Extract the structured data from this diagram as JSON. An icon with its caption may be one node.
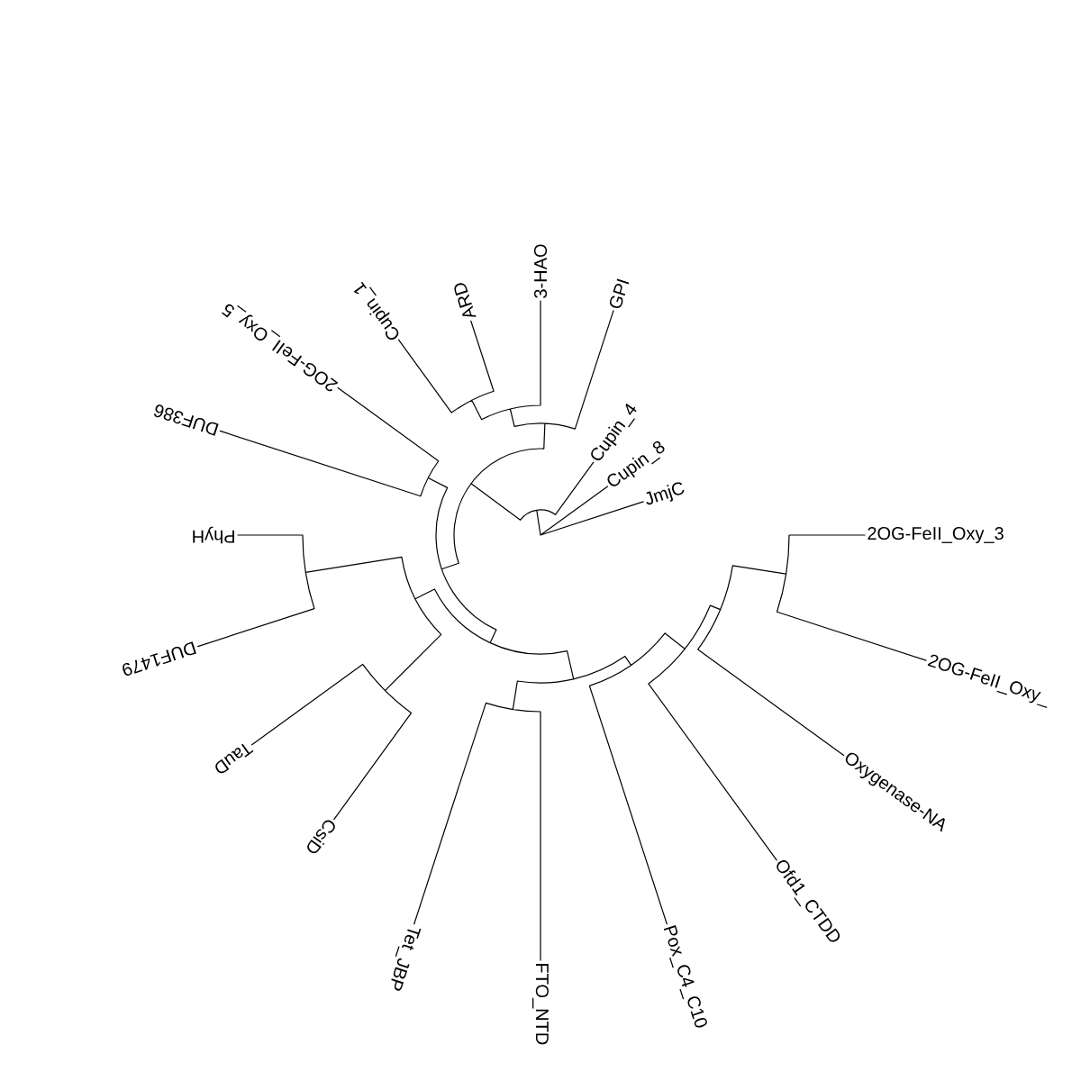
{
  "diagram": {
    "labels": [
      "2OG-FeII_Oxy_3",
      "JmjC",
      "Cupin_8",
      "Cupin_4",
      "GPI",
      "3-HAO",
      "ARD",
      "Cupin_1",
      "2OG-FeII_Oxy_5",
      "DUF386",
      "PhyH",
      "DUF1479",
      "TauD",
      "CsiD",
      "Tet_JBP",
      "FTO_NTD",
      "Pox_C4_C10",
      "Ofd1_CTDD",
      "Oxygenase-NA",
      "2OG-FeII_Oxy_"
    ]
  }
}
